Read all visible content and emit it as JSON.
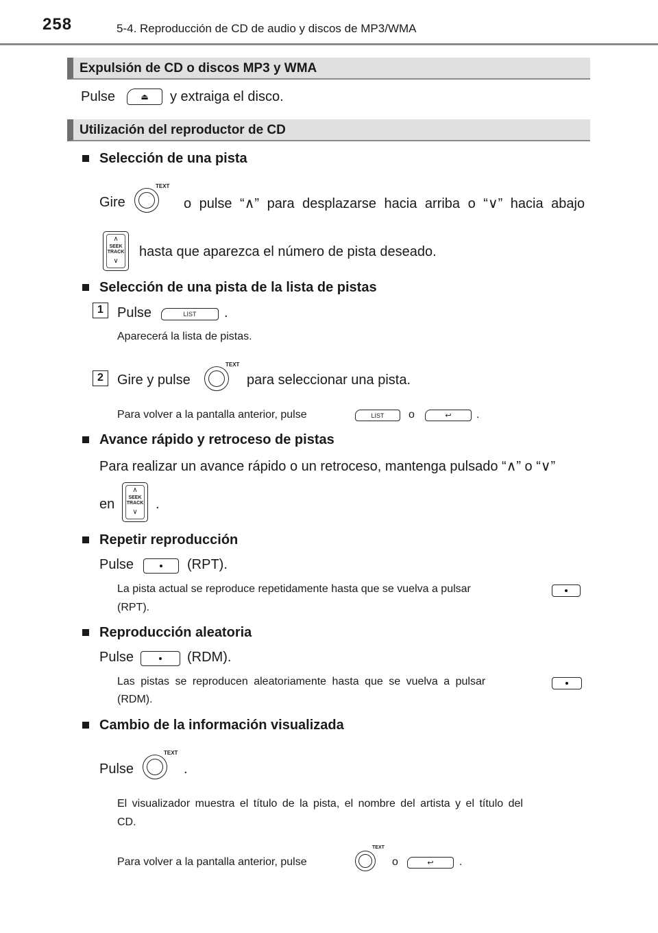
{
  "header": {
    "page_number": "258",
    "chapter": "5-4. Reproducción de CD de audio y discos de MP3/WMA"
  },
  "section_eject": {
    "title": "Expulsión de CD o discos MP3 y WMA",
    "text_before": "Pulse",
    "text_after": "y extraiga el disco."
  },
  "section_use": {
    "title": "Utilización del reproductor de CD"
  },
  "track_select": {
    "heading": "Selección de una pista",
    "line1_a": "Gire",
    "line1_b": "o pulse “∧” para desplazarse hacia arriba o “∨” hacia abajo",
    "line2": "hasta que aparezca el número de pista deseado."
  },
  "list_select": {
    "heading": "Selección de una pista de la lista de pistas",
    "step1_num": "1",
    "step1_a": "Pulse",
    "step1_b": ".",
    "step1_note": "Aparecerá la lista de pistas.",
    "step2_num": "2",
    "step2_a": "Gire y pulse",
    "step2_b": "para seleccionar una pista.",
    "step2_note_a": "Para volver a la pantalla anterior, pulse",
    "step2_note_b": "o",
    "step2_note_c": "."
  },
  "fast_forward": {
    "heading": "Avance rápido y retroceso de pistas",
    "line1": "Para realizar un avance rápido o un retroceso, mantenga pulsado “∧” o “∨”",
    "line2_a": "en",
    "line2_b": "."
  },
  "repeat": {
    "heading": "Repetir reproducción",
    "line_a": "Pulse",
    "line_b": "(RPT).",
    "note_a": "La pista actual se reproduce repetidamente hasta que se vuelva a pulsar",
    "note_b": "(RPT)."
  },
  "random": {
    "heading": "Reproducción aleatoria",
    "line_a": "Pulse",
    "line_b": "(RDM).",
    "note_a": "Las pistas se reproducen aleatoriamente hasta que se vuelva a pulsar",
    "note_b": "(RDM)."
  },
  "display_change": {
    "heading": "Cambio de la información visualizada",
    "line_a": "Pulse",
    "line_b": ".",
    "note1_a": "El visualizador muestra el título de la pista, el nombre del artista y el título del",
    "note1_b": "CD.",
    "note2_a": "Para volver a la pantalla anterior, pulse",
    "note2_b": "o",
    "note2_c": "."
  },
  "controls": {
    "list_label": "LIST",
    "knob_label": "TEXT",
    "seek_label_1": "SEEK",
    "seek_label_2": "TRACK",
    "eject_glyph": "⏏",
    "back_glyph": "↩"
  },
  "icons": [
    "eject-icon",
    "tune-knob-icon",
    "seek-track-icon",
    "list-icon",
    "back-icon",
    "preset-dot-icon"
  ]
}
